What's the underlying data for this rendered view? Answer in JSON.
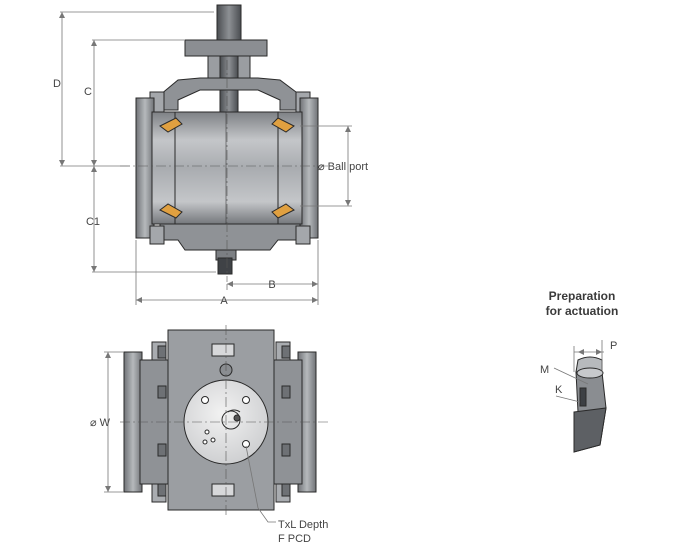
{
  "dimensions": {
    "A": "A",
    "B": "B",
    "C": "C",
    "C1": "C1",
    "D": "D",
    "W": "⌀ W",
    "ball_port": "⌀ Ball port",
    "M": "M",
    "K": "K",
    "P": "P"
  },
  "callouts": {
    "txl_depth": "TxL Depth",
    "f_pcd": "F PCD"
  },
  "detail": {
    "title_line1": "Preparation",
    "title_line2": "for actuation"
  },
  "colors": {
    "steel": "#9a9da1",
    "steel_dark": "#6e7175",
    "steel_light": "#c9cbce",
    "seat_orange": "#e0a040",
    "seal_blue": "#3b8fd1",
    "line": "#777777"
  }
}
